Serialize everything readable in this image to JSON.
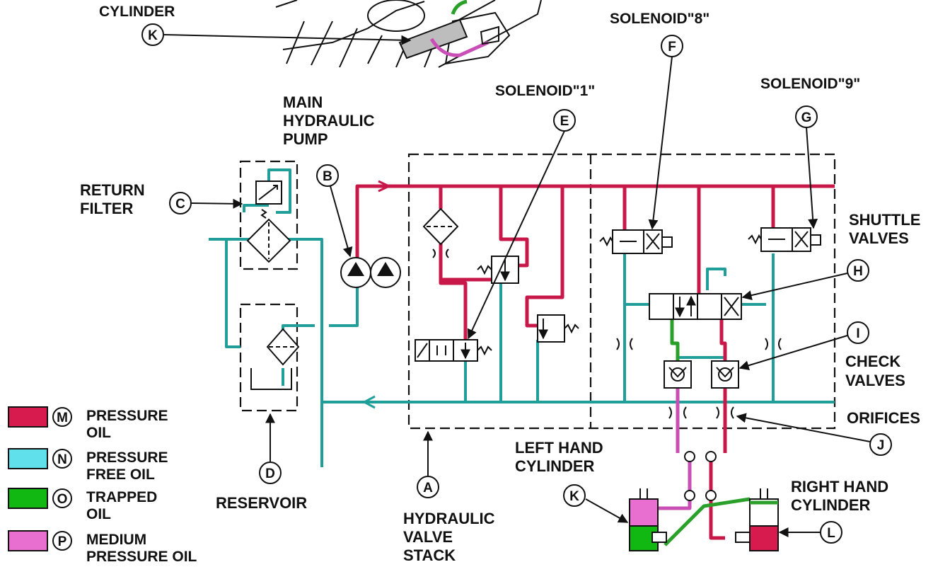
{
  "labels": {
    "cylinder_top": "CYLINDER",
    "solenoid_8": "SOLENOID\"8\"",
    "solenoid_1": "SOLENOID\"1\"",
    "solenoid_9": "SOLENOID\"9\"",
    "main_pump_1": "MAIN",
    "main_pump_2": "HYDRAULIC",
    "main_pump_3": "PUMP",
    "return_filter_1": "RETURN",
    "return_filter_2": "FILTER",
    "shuttle_1": "SHUTTLE",
    "shuttle_2": "VALVES",
    "check_1": "CHECK",
    "check_2": "VALVES",
    "orifices": "ORIFICES",
    "left_cyl_1": "LEFT HAND",
    "left_cyl_2": "CYLINDER",
    "right_cyl_1": "RIGHT HAND",
    "right_cyl_2": "CYLINDER",
    "reservoir": "RESERVOIR",
    "valve_stack_1": "HYDRAULIC",
    "valve_stack_2": "VALVE",
    "valve_stack_3": "STACK"
  },
  "callouts": {
    "a": "A",
    "b": "B",
    "c": "C",
    "d": "D",
    "e": "E",
    "f": "F",
    "g": "G",
    "h": "H",
    "i": "I",
    "j": "J",
    "k_top": "K",
    "k": "K",
    "l": "L"
  },
  "legend": [
    {
      "letter": "M",
      "line1": "PRESSURE",
      "line2": "OIL",
      "color": "#d81b4f"
    },
    {
      "letter": "N",
      "line1": "PRESSURE",
      "line2": "FREE OIL",
      "color": "#5fe0ea"
    },
    {
      "letter": "O",
      "line1": "TRAPPED",
      "line2": "OIL",
      "color": "#12b812"
    },
    {
      "letter": "P",
      "line1": "MEDIUM",
      "line2": "PRESSURE OIL",
      "color": "#e86fd0"
    }
  ],
  "colors": {
    "pressure": "#c8184a",
    "free": "#1f9e9a",
    "trapped": "#2aa02a",
    "medium": "#c94fb6"
  }
}
